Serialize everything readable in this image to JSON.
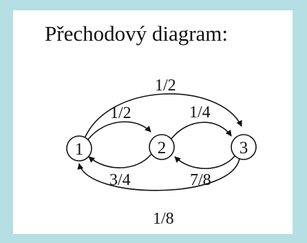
{
  "title": "Přechodový diagram:",
  "nodes": [
    {
      "id": "1",
      "label": "1"
    },
    {
      "id": "2",
      "label": "2"
    },
    {
      "id": "3",
      "label": "3"
    }
  ],
  "edges": [
    {
      "from": "1",
      "to": "3",
      "label": "1/2"
    },
    {
      "from": "1",
      "to": "2",
      "label": "1/2"
    },
    {
      "from": "2",
      "to": "3",
      "label": "1/4"
    },
    {
      "from": "2",
      "to": "1",
      "label": "3/4"
    },
    {
      "from": "3",
      "to": "2",
      "label": "7/8"
    },
    {
      "from": "3",
      "to": "1",
      "label": "1/8"
    }
  ]
}
